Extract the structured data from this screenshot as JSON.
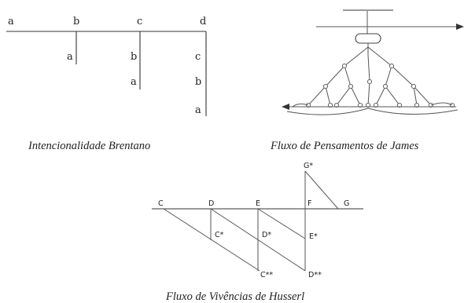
{
  "brentano": {
    "top_labels": [
      "a",
      "b",
      "c",
      "d"
    ],
    "col_b": [
      "a"
    ],
    "col_c": [
      "b",
      "a"
    ],
    "col_d": [
      "c",
      "b",
      "a"
    ],
    "caption": "Intencionalidade Brentano"
  },
  "james": {
    "caption": "Fluxo de Pensamentos de James"
  },
  "husserl": {
    "labels": {
      "C": "C",
      "D": "D",
      "E": "E",
      "F": "F",
      "G": "G",
      "G1": "G*",
      "C1": "C*",
      "D1": "D*",
      "E1": "E*",
      "C2": "C**",
      "D2": "D**"
    },
    "caption": "Fluxo de Vivências de Husserl"
  }
}
